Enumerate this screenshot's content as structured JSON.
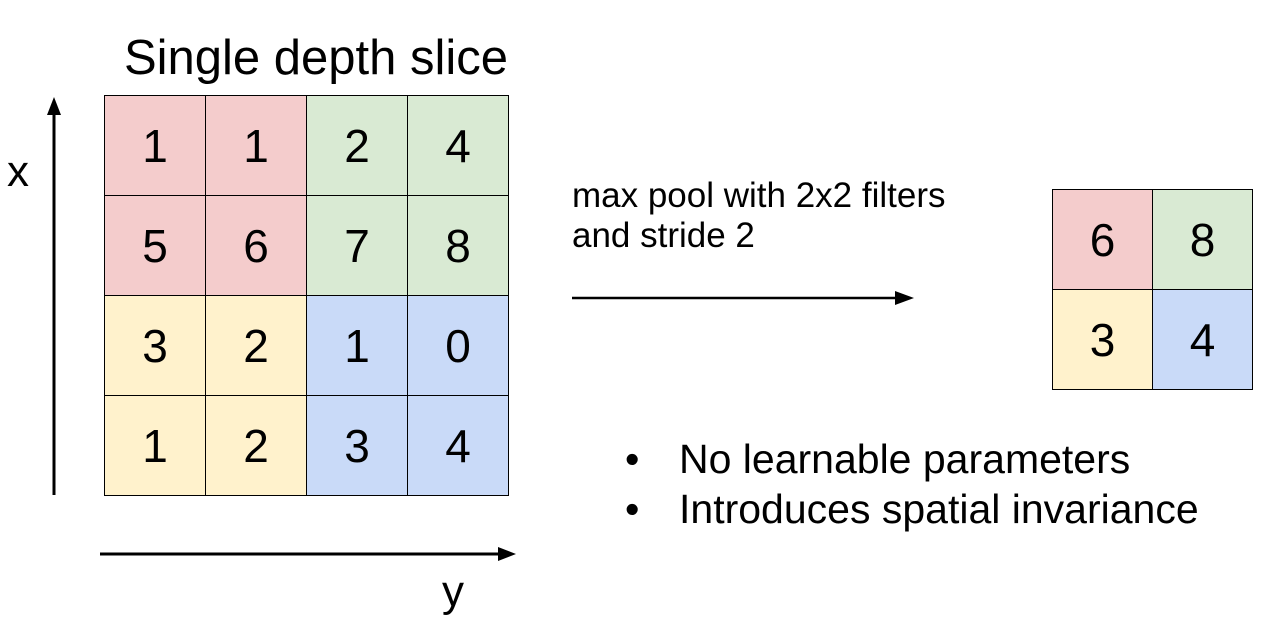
{
  "title": "Single depth slice",
  "axes": {
    "vertical_label": "x",
    "horizontal_label": "y"
  },
  "operation": {
    "line1": "max pool with 2x2 filters",
    "line2": "and stride 2"
  },
  "colors": {
    "red": "#f4cccc",
    "green": "#d9ead3",
    "yellow": "#fff2cc",
    "blue": "#c9daf8"
  },
  "input_grid": [
    [
      {
        "v": "1",
        "c": "red"
      },
      {
        "v": "1",
        "c": "red"
      },
      {
        "v": "2",
        "c": "green"
      },
      {
        "v": "4",
        "c": "green"
      }
    ],
    [
      {
        "v": "5",
        "c": "red"
      },
      {
        "v": "6",
        "c": "red"
      },
      {
        "v": "7",
        "c": "green"
      },
      {
        "v": "8",
        "c": "green"
      }
    ],
    [
      {
        "v": "3",
        "c": "yellow"
      },
      {
        "v": "2",
        "c": "yellow"
      },
      {
        "v": "1",
        "c": "blue"
      },
      {
        "v": "0",
        "c": "blue"
      }
    ],
    [
      {
        "v": "1",
        "c": "yellow"
      },
      {
        "v": "2",
        "c": "yellow"
      },
      {
        "v": "3",
        "c": "blue"
      },
      {
        "v": "4",
        "c": "blue"
      }
    ]
  ],
  "output_grid": [
    [
      {
        "v": "6",
        "c": "red"
      },
      {
        "v": "8",
        "c": "green"
      }
    ],
    [
      {
        "v": "3",
        "c": "yellow"
      },
      {
        "v": "4",
        "c": "blue"
      }
    ]
  ],
  "bullets": [
    {
      "marker": "•",
      "text": "No learnable parameters"
    },
    {
      "marker": "•",
      "text": "Introduces spatial invariance"
    }
  ]
}
